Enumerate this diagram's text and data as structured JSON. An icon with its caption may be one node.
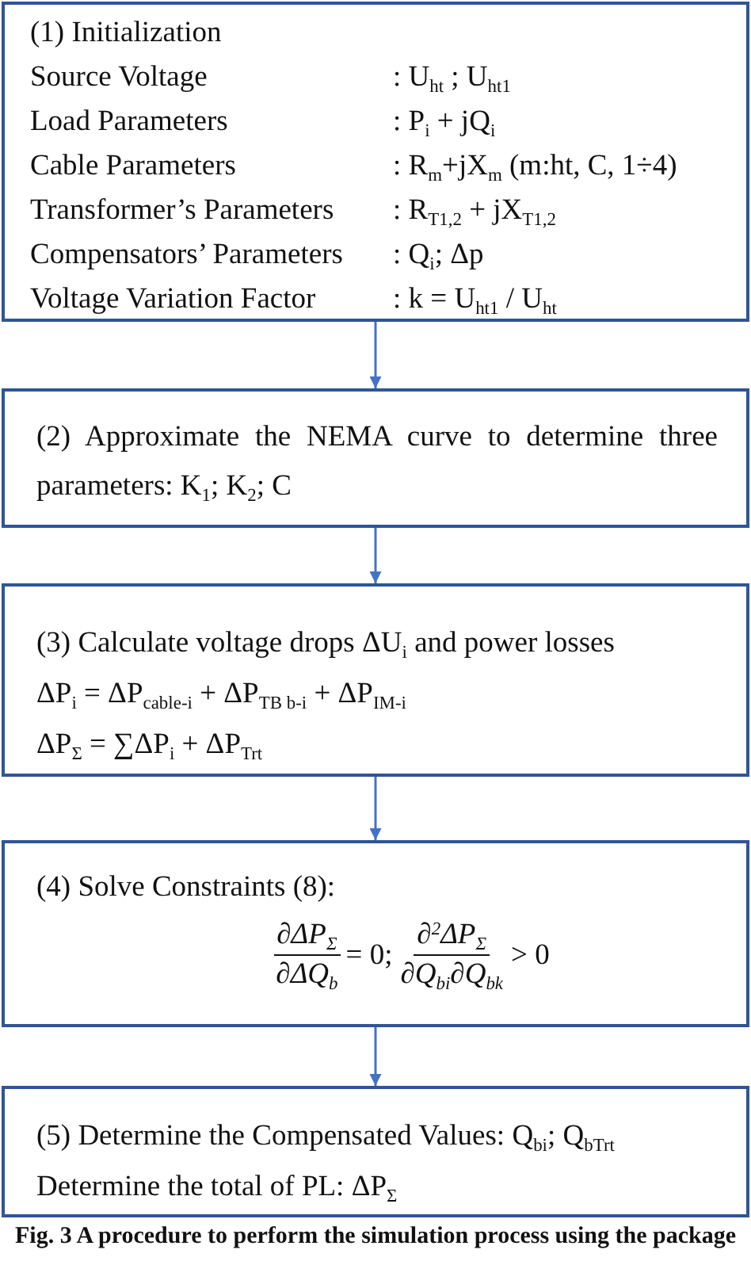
{
  "diagram": {
    "caption": "Fig. 3 A procedure to perform the simulation process using the package",
    "nodes": [
      {
        "text": [
          "(1) Initialization",
          "Source Voltage",
          ": U$_{ht}$ ; U$_{ht1}$",
          "Load Parameters",
          ": P$_{i}$ + jQ$_{i}$",
          "Cable Parameters",
          ": R$_{m}$+jX$_{m}$ (m:ht, C, 1÷4)",
          "Transformer’s Parameters",
          ": R$_{T1,2}$ + jX$_{T1,2}$",
          "Compensators’ Parameters",
          ": Q$_{i}$; Δp",
          "Voltage Variation Factor",
          ": k = U$_{ht1}$ / U$_{ht}$"
        ]
      },
      {
        "text": [
          "(2) Approximate the NEMA curve to determine three parameters: K$_{1}$; K$_{2}$; C"
        ]
      },
      {
        "text": [
          "(3) Calculate voltage drops ΔU$_{i}$ and power losses",
          "ΔP$_{i}$ = ΔP$_{cable-i}$ + ΔP$_{TB b-i}$ + ΔP$_{IM-i}$",
          "ΔP$_{Σ}$ = ∑ΔP$_{i}$ + ΔP$_{Trt}$"
        ]
      },
      {
        "text": [
          "(4) Solve Constraints (8):",
          "∂ΔP$_{Σ}$",
          "∂ΔQ$_{b}$",
          "= 0;",
          "∂$^{2}$ΔP$_{Σ}$",
          "∂Q$_{bi}$∂Q$_{bk}$",
          "> 0"
        ]
      },
      {
        "text": [
          "(5) Determine the Compensated Values: Q$_{bi}$; Q$_{bTrt}$",
          "Determine the total of PL: ΔP$_{Σ}$"
        ]
      }
    ],
    "edges": [
      {
        "from": 0,
        "to": 1,
        "arrow": "to"
      },
      {
        "from": 1,
        "to": 2,
        "arrow": "to"
      },
      {
        "from": 2,
        "to": 3,
        "arrow": "to"
      },
      {
        "from": 3,
        "to": 4,
        "arrow": "to"
      }
    ]
  }
}
